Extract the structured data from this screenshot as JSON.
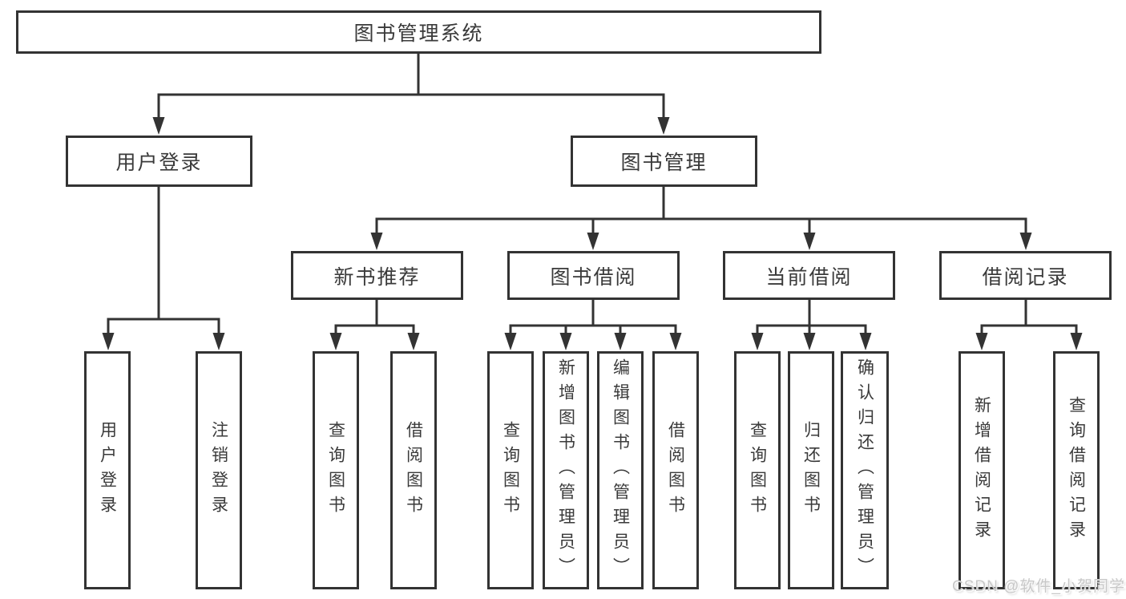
{
  "tree": {
    "root": {
      "label": "图书管理系统",
      "children": [
        {
          "label": "用户登录",
          "children": [
            {
              "label": "用户登录"
            },
            {
              "label": "注销登录"
            }
          ]
        },
        {
          "label": "图书管理",
          "children": [
            {
              "label": "新书推荐",
              "children": [
                {
                  "label": "查询图书"
                },
                {
                  "label": "借阅图书"
                }
              ]
            },
            {
              "label": "图书借阅",
              "children": [
                {
                  "label": "查询图书"
                },
                {
                  "label": "新增图书（管理员）"
                },
                {
                  "label": "编辑图书（管理员）"
                },
                {
                  "label": "借阅图书"
                }
              ]
            },
            {
              "label": "当前借阅",
              "children": [
                {
                  "label": "查询图书"
                },
                {
                  "label": "归还图书"
                },
                {
                  "label": "确认归还（管理员）"
                }
              ]
            },
            {
              "label": "借阅记录",
              "children": [
                {
                  "label": "新增借阅记录"
                },
                {
                  "label": "查询借阅记录"
                }
              ]
            }
          ]
        }
      ]
    }
  },
  "watermark": {
    "text": "CSDN @软件_小贺同学"
  },
  "colors": {
    "line": "#333333",
    "box_border": "#333333",
    "text": "#3a3a3a",
    "watermark": "#c8c8c8",
    "background": "#ffffff"
  }
}
